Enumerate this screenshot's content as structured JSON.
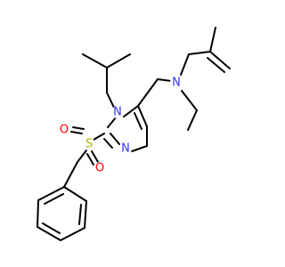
{
  "molecule": {
    "atoms": {
      "n_ring": "N",
      "n_ring2": "N",
      "n_amine": "N",
      "s": "S",
      "o1": "O",
      "o2": "O"
    },
    "colors": {
      "bond": "#000000",
      "nitrogen": "#3333ff",
      "sulfur": "#b2b200",
      "oxygen": "#ff0000",
      "background": "#ffffff"
    }
  }
}
